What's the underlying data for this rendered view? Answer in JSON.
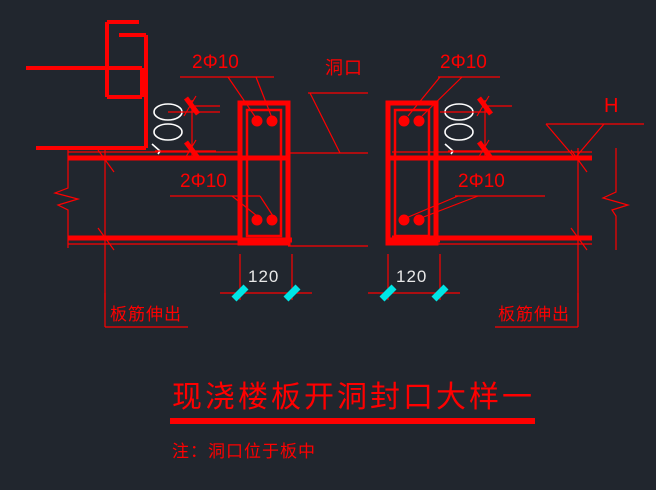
{
  "drawing": {
    "background_color": "#21262e",
    "line_color": "#ff0000",
    "dimension_text_color": "#e8e8e8",
    "tick_color": "#00e5e5",
    "title": "现浇楼板开洞封口大样一",
    "note": "注：洞口位于板中",
    "opening_label": "洞口",
    "level_symbol_label": "H",
    "rebar_labels": {
      "top_left": "2Φ10",
      "bottom_left": "2Φ10",
      "top_right": "2Φ10",
      "bottom_right": "2Φ10"
    },
    "dimensions": {
      "left_width": "120",
      "right_width": "120"
    },
    "callouts": {
      "left_slab_bar": "板筋伸出",
      "right_slab_bar": "板筋伸出"
    }
  },
  "chart_data": {
    "type": "table",
    "title": "现浇楼板开洞封口大样一",
    "annotations": [
      "2Φ10",
      "2Φ10",
      "2Φ10",
      "2Φ10",
      "洞口",
      "H",
      "120",
      "120",
      "板筋伸出",
      "板筋伸出",
      "注：洞口位于板中"
    ]
  }
}
